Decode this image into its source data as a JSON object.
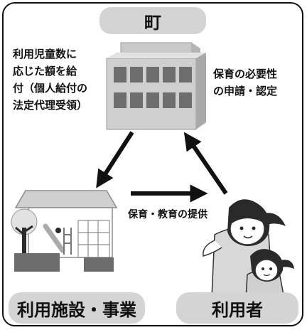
{
  "nodes": {
    "town": {
      "label": "町"
    },
    "facility": {
      "label": "利用施設・事業"
    },
    "user": {
      "label": "利用者"
    }
  },
  "edges": {
    "town_to_facility": {
      "label": "利用児童数に\n応じた額を給\n付（個人給付の\n法定代理受領）"
    },
    "user_to_town": {
      "label": "保育の必要性\nの申請・認定"
    },
    "facility_to_user": {
      "label": "保育・教育の提供"
    }
  },
  "colors": {
    "pill_fill": "#d4d4d4",
    "arrow": "#111111",
    "building_face": "#c8c8c8",
    "building_window": "#6e6e6e"
  },
  "icons": {
    "town": "municipal-office-building-icon",
    "facility": "nursery-school-building-icon",
    "user": "mother-and-child-icon"
  }
}
